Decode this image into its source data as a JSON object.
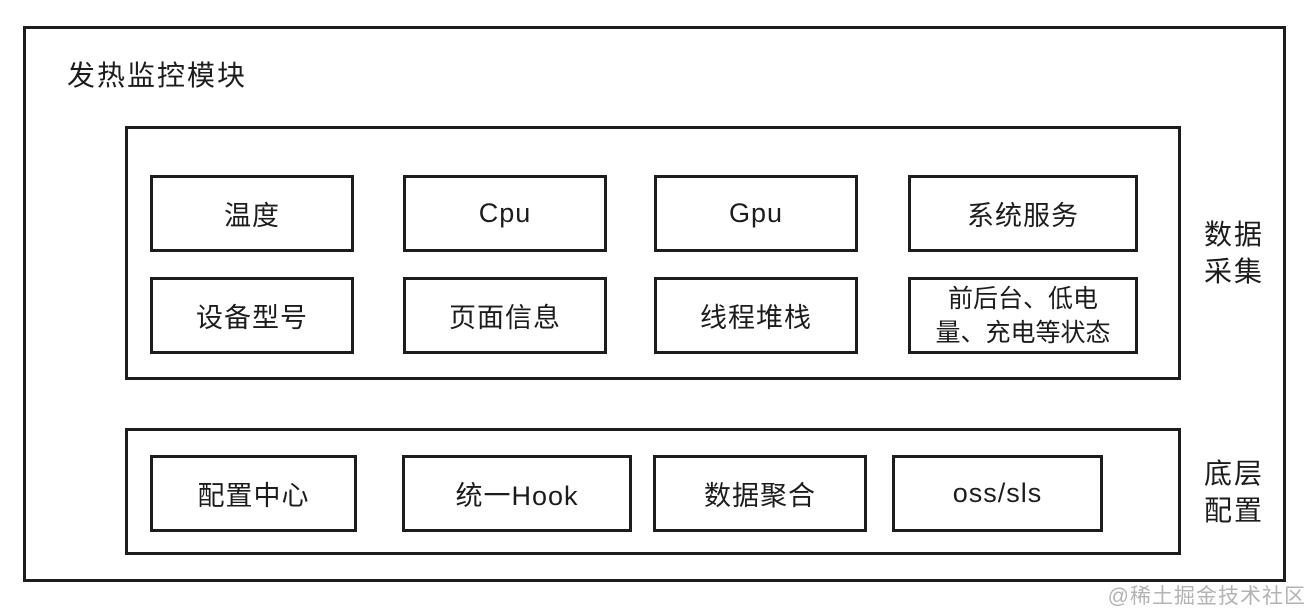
{
  "diagram": {
    "title": "发热监控模块",
    "colors": {
      "border": "#1d1d1d",
      "text": "#1c1c1c",
      "background": "#ffffff",
      "watermark": "#b3b3b3"
    },
    "sections": [
      {
        "id": "data-collection",
        "side_label": "数据\n采集",
        "rows": [
          [
            "温度",
            "Cpu",
            "Gpu",
            "系统服务"
          ],
          [
            "设备型号",
            "页面信息",
            "线程堆栈",
            "前后台、低电\n量、充电等状态"
          ]
        ]
      },
      {
        "id": "base-config",
        "side_label": "底层\n配置",
        "rows": [
          [
            "配置中心",
            "统一Hook",
            "数据聚合",
            "oss/sls"
          ]
        ]
      }
    ]
  },
  "watermark": {
    "text": "@稀土掘金技术社区"
  }
}
